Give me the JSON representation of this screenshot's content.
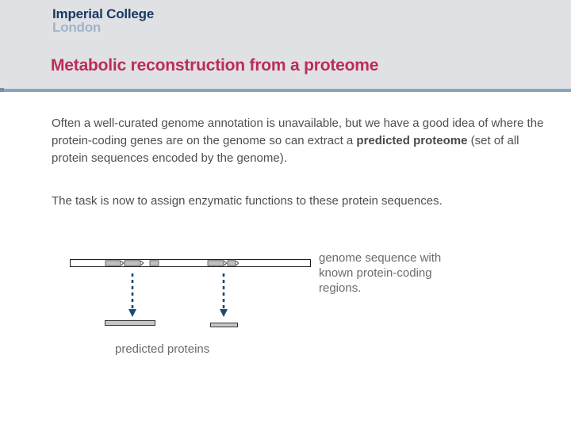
{
  "slide": {
    "logo": {
      "line1": "Imperial College",
      "line2": "London"
    },
    "title": "Metabolic reconstruction from a proteome",
    "paragraph1": {
      "pre": "Often a well-curated genome annotation is unavailable, but we have a good idea of where the protein-coding genes are on the genome so can extract a ",
      "bold": "predicted proteome",
      "post": " (set of all protein sequences encoded by the genome)."
    },
    "paragraph2": "The task is now to assign enzymatic functions to these protein sequences.",
    "diagram": {
      "genome_label": "genome sequence with known protein-coding regions.",
      "proteins_label": "predicted proteins"
    },
    "colors": {
      "header_bg": "#e0e1e4",
      "header_rule": "#8aa4ba",
      "title_text": "#bc2c57",
      "logo_primary": "#1b3a66",
      "logo_secondary": "#a0b4c8",
      "body_text": "#4f4f4f",
      "label_text": "#6b6b6b",
      "arrow": "#1b4a72",
      "gene_segment_fill": "#bfbfbf",
      "protein_bar_fill": "#c6c6c6"
    }
  }
}
